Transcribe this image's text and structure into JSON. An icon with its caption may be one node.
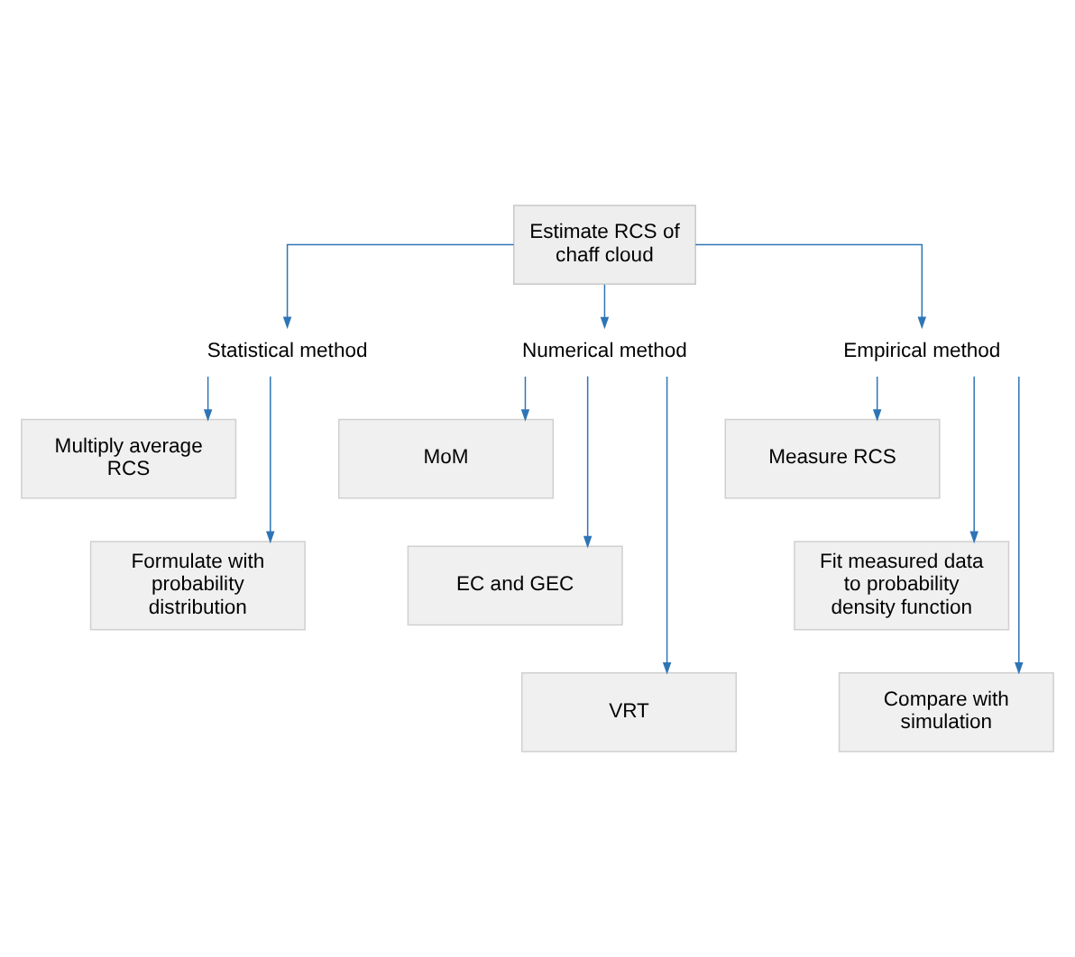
{
  "diagram": {
    "nodes": [
      {
        "text": [
          "Estimate RCS of chaff cloud"
        ]
      },
      {
        "text": [
          "Statistical method"
        ]
      },
      {
        "text": [
          "Numerical method"
        ]
      },
      {
        "text": [
          "Empirical method"
        ]
      },
      {
        "text": [
          "Multiply average RCS"
        ]
      },
      {
        "text": [
          "Formulate with probability distribution"
        ]
      },
      {
        "text": [
          "MoM"
        ]
      },
      {
        "text": [
          "EC and GEC"
        ]
      },
      {
        "text": [
          "VRT"
        ]
      },
      {
        "text": [
          "Measure RCS"
        ]
      },
      {
        "text": [
          "Fit measured data to probability density function"
        ]
      },
      {
        "text": [
          "Compare with simulation"
        ]
      }
    ],
    "edges": [
      {
        "from": 0,
        "to": 1,
        "arrow": "to"
      },
      {
        "from": 0,
        "to": 2,
        "arrow": "to"
      },
      {
        "from": 0,
        "to": 3,
        "arrow": "to"
      },
      {
        "from": 1,
        "to": 4,
        "arrow": "to"
      },
      {
        "from": 1,
        "to": 5,
        "arrow": "to"
      },
      {
        "from": 2,
        "to": 6,
        "arrow": "to"
      },
      {
        "from": 2,
        "to": 7,
        "arrow": "to"
      },
      {
        "from": 2,
        "to": 8,
        "arrow": "to"
      },
      {
        "from": 3,
        "to": 9,
        "arrow": "to"
      },
      {
        "from": 3,
        "to": 10,
        "arrow": "to"
      },
      {
        "from": 3,
        "to": 11,
        "arrow": "to"
      }
    ]
  }
}
